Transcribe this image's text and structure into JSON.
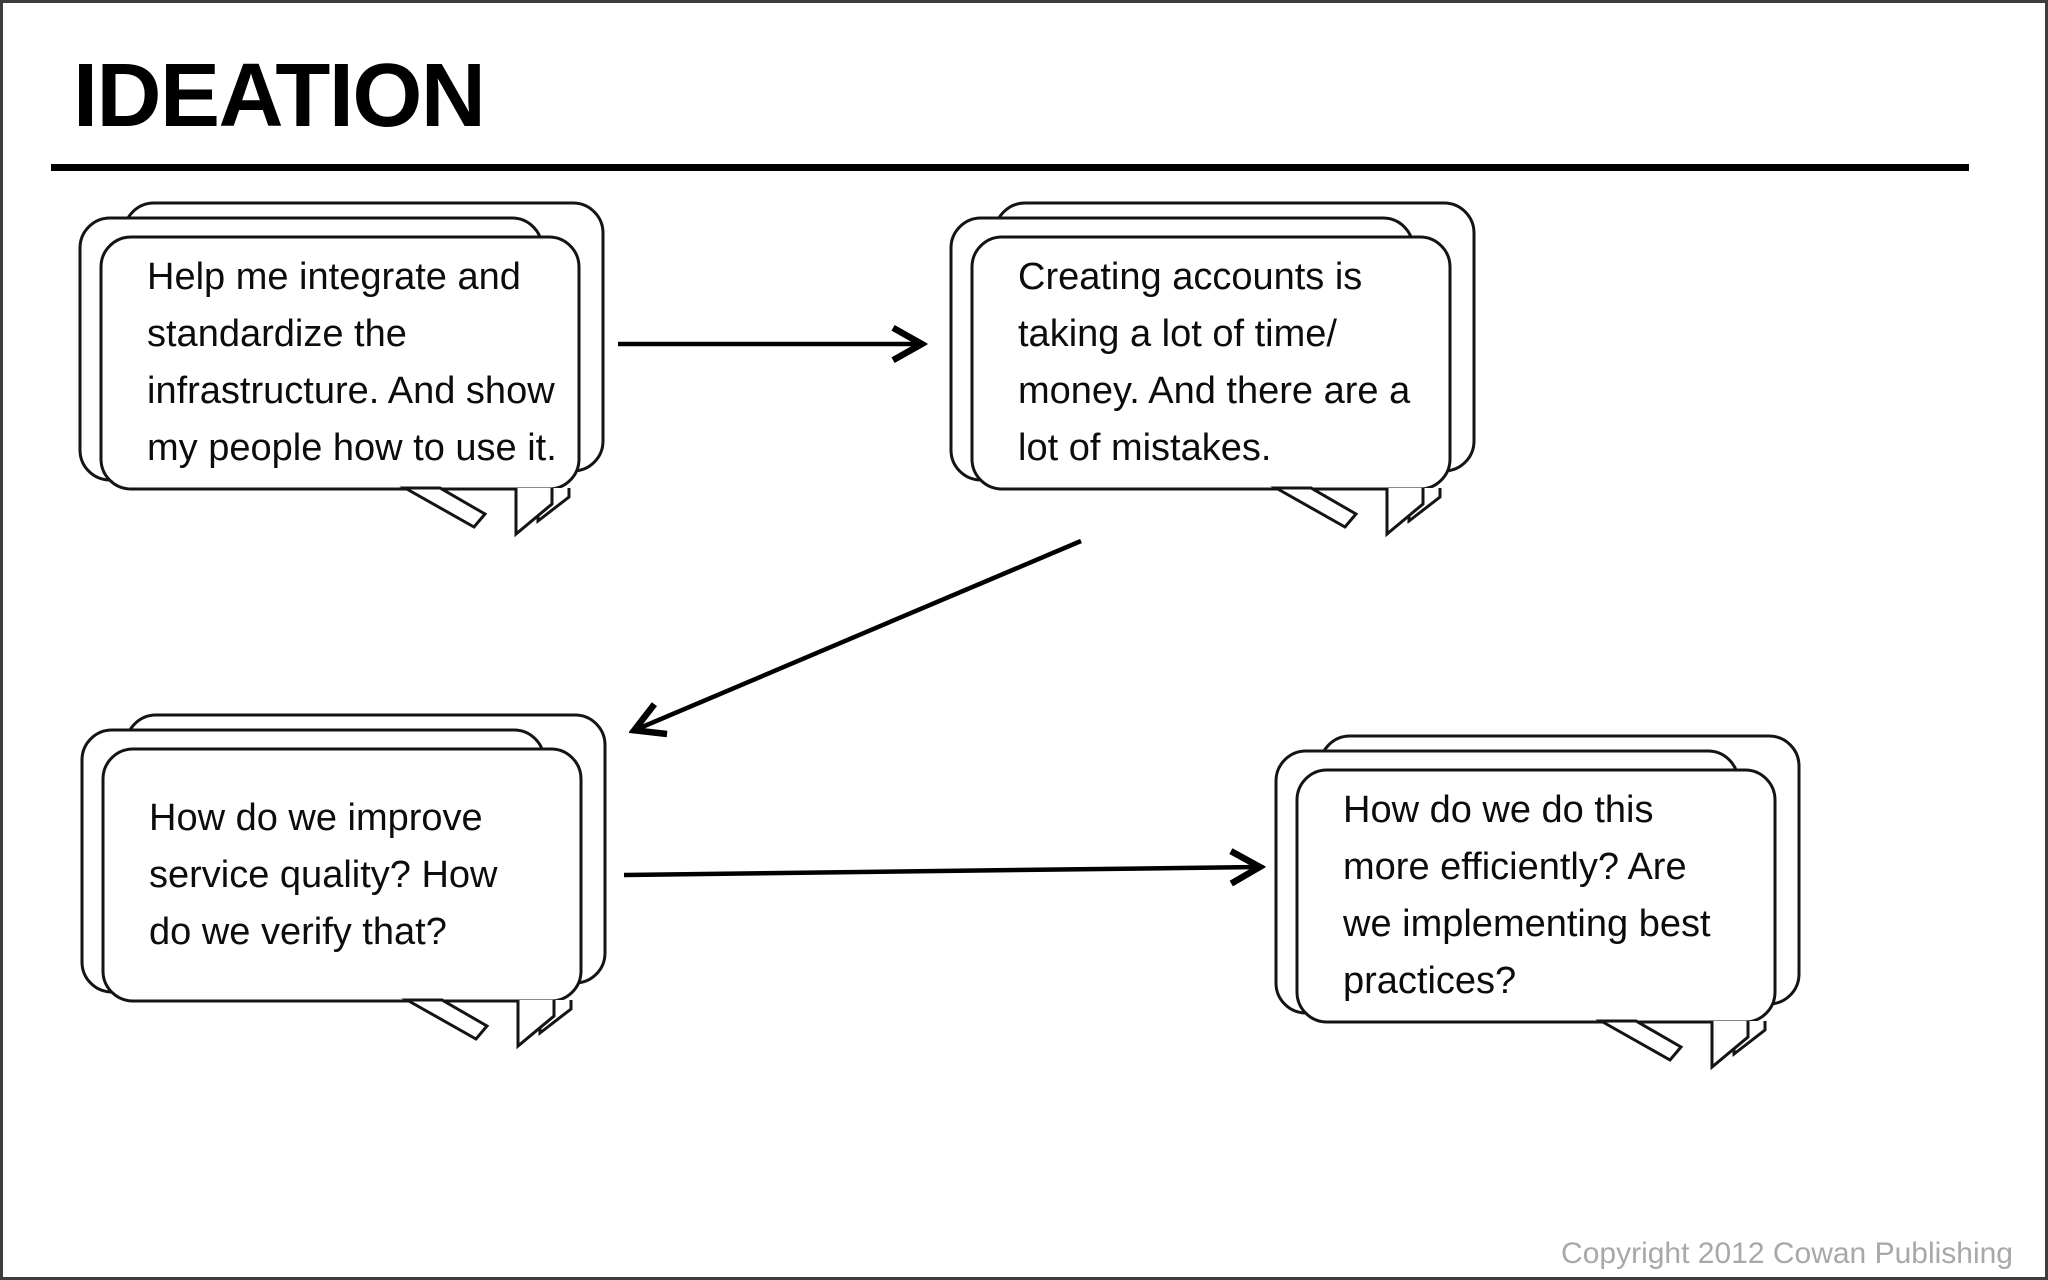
{
  "slide": {
    "title": "IDEATION",
    "copyright": "Copyright 2012 Cowan Publishing"
  },
  "colors": {
    "ink": "#000000",
    "bubble_fill": "#ffffff",
    "copyright_gray": "#a8a8a8",
    "slide_border": "#3c3c3c"
  },
  "bubbles": [
    {
      "text": "Help me integrate and\nstandardize the\ninfrastructure. And show\nmy people how to use it."
    },
    {
      "text": "Creating accounts is\ntaking a lot of time/\nmoney. And there are a\nlot of mistakes."
    },
    {
      "text": "How do we improve\nservice quality? How\ndo we verify that?"
    },
    {
      "text": "How do we do this\nmore efficiently? Are\nwe implementing best\npractices?"
    }
  ],
  "connections": [
    {
      "from": 0,
      "to": 1,
      "direction": "right"
    },
    {
      "from": 1,
      "to": 2,
      "direction": "down-left"
    },
    {
      "from": 2,
      "to": 3,
      "direction": "right"
    }
  ]
}
